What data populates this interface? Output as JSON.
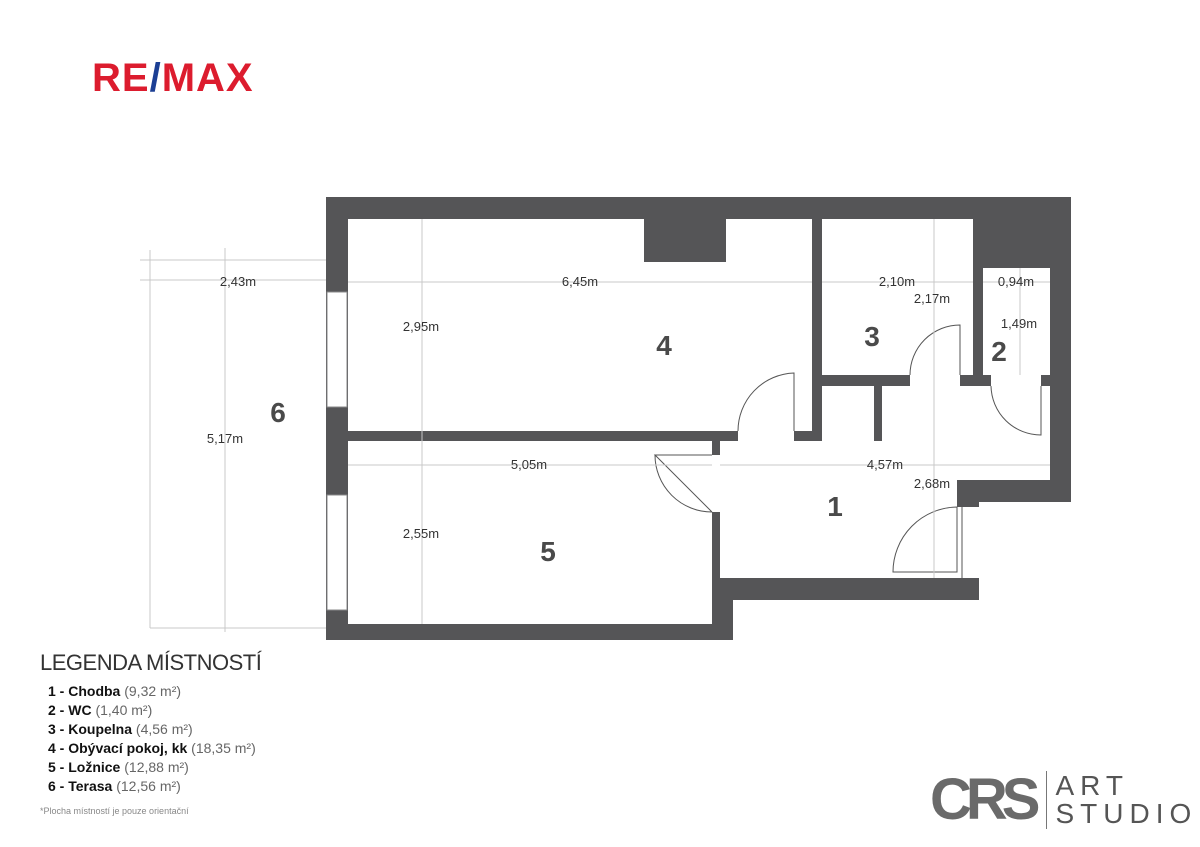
{
  "brand": {
    "logo_text": "RE/MAX",
    "primary": "RE",
    "slash": "/",
    "secondary": "MAX",
    "red": "#dc1c2e",
    "blue": "#1c3f94"
  },
  "plan": {
    "rooms": {
      "r1": "1",
      "r2": "2",
      "r3": "3",
      "r4": "4",
      "r5": "5",
      "r6": "6"
    },
    "dimensions": {
      "terrace_width": "2,43m",
      "terrace_length": "5,17m",
      "room4_width": "6,45m",
      "room4_depth": "2,95m",
      "room3_width": "2,10m",
      "room3_depth": "2,17m",
      "room2_width": "0,94m",
      "room2_depth": "1,49m",
      "room5_width": "5,05m",
      "room5_depth": "2,55m",
      "room1_width": "4,57m",
      "room1_depth": "2,68m"
    },
    "wall_color": "#555557"
  },
  "legend": {
    "title": "LEGENDA MÍSTNOSTÍ",
    "items": [
      {
        "label": "1 - Chodba",
        "area": "(9,32 m²)"
      },
      {
        "label": "2 - WC",
        "area": "(1,40 m²)"
      },
      {
        "label": "3 - Koupelna",
        "area": "(4,56 m²)"
      },
      {
        "label": "4 - Obývací pokoj, kk",
        "area": "(18,35 m²)"
      },
      {
        "label": "5 - Ložnice",
        "area": "(12,88 m²)"
      },
      {
        "label": "6 - Terasa",
        "area": "(12,56 m²)"
      }
    ],
    "note": "*Plocha místností je pouze orientační"
  },
  "studio": {
    "mark": "CRS",
    "line1": "ART",
    "line2": "STUDIO"
  }
}
